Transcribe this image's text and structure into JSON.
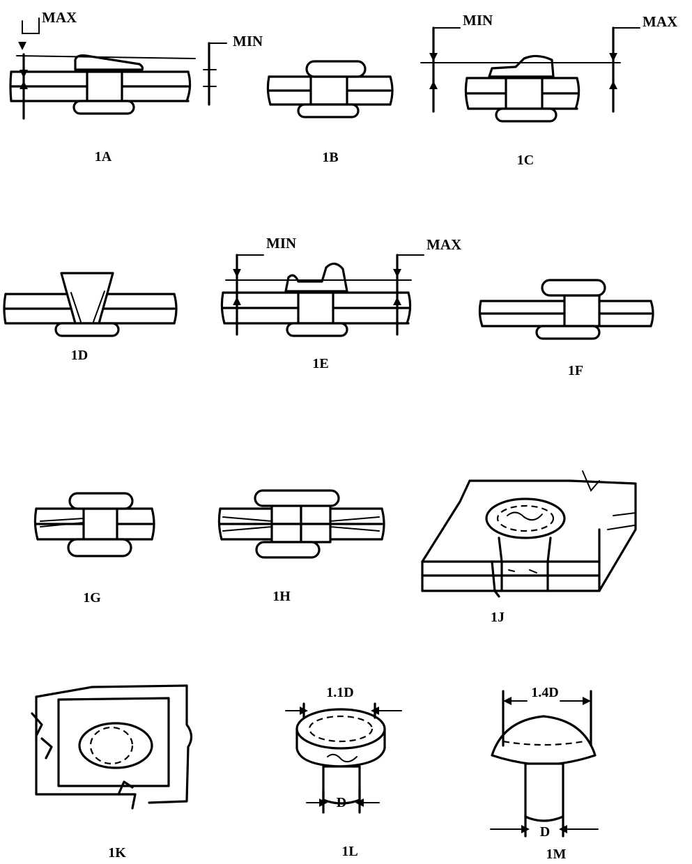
{
  "figures": [
    {
      "id": "1A",
      "caption": "1A",
      "labels": {
        "top": "MAX",
        "right": "MIN"
      }
    },
    {
      "id": "1B",
      "caption": "1B"
    },
    {
      "id": "1C",
      "caption": "1C",
      "labels": {
        "left": "MIN",
        "right": "MAX"
      }
    },
    {
      "id": "1D",
      "caption": "1D"
    },
    {
      "id": "1E",
      "caption": "1E",
      "labels": {
        "left": "MIN",
        "right": "MAX"
      }
    },
    {
      "id": "1F",
      "caption": "1F"
    },
    {
      "id": "1G",
      "caption": "1G"
    },
    {
      "id": "1H",
      "caption": "1H"
    },
    {
      "id": "1J",
      "caption": "1J"
    },
    {
      "id": "1K",
      "caption": "1K"
    },
    {
      "id": "1L",
      "caption": "1L",
      "labels": {
        "head": "1.1D",
        "shank": "D"
      }
    },
    {
      "id": "1M",
      "caption": "1M",
      "labels": {
        "head": "1.4D",
        "shank": "D"
      }
    }
  ]
}
